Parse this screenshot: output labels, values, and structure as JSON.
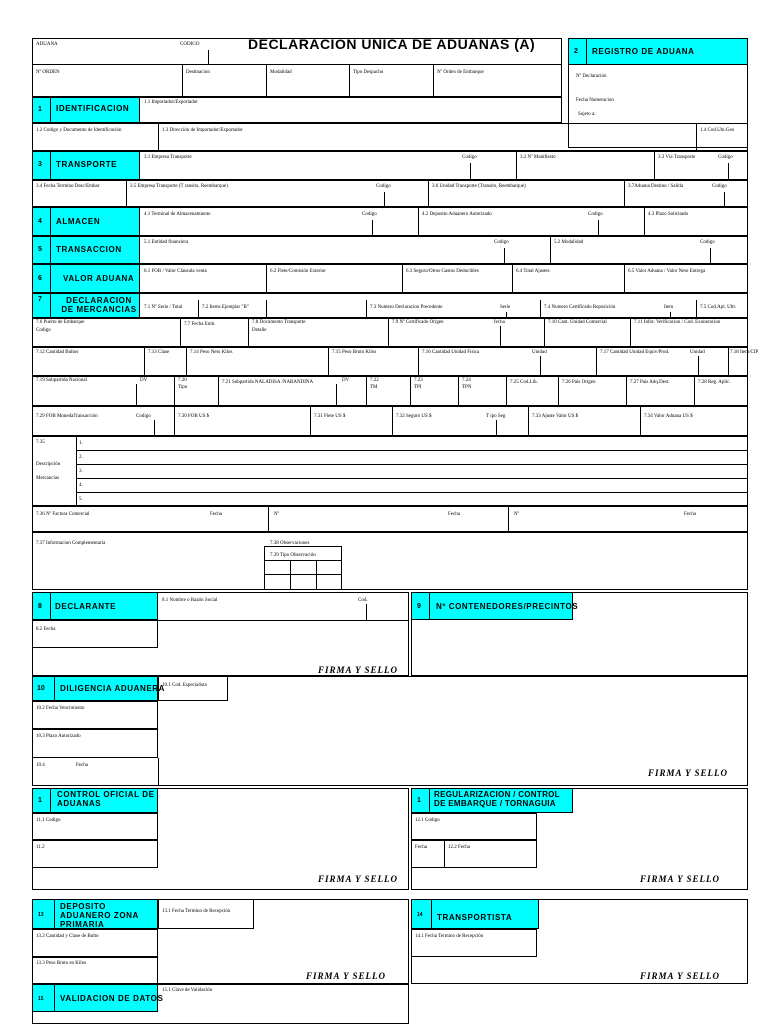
{
  "title": "DECLARACION UNICA DE ADUANAS  (A)",
  "header": {
    "aduana": "ADUANA",
    "codigo": "CODIGO",
    "orden": "Nº ORDEN",
    "destinacion": "Destinacion",
    "modalidad": "Modalidad",
    "tipo_despacho": "Tipo Despacho",
    "orden_embarque": "Nº Orden de Embarque"
  },
  "registro": {
    "num": "2",
    "title": "REGISTRO DE ADUANA",
    "declaracion": "Nº Declaración",
    "fecha_numeracion": "Fecha Numeracion",
    "sujeto": "Sujeto a:"
  },
  "s1": {
    "num": "1",
    "title": "IDENTIFICACION",
    "f1_1": "1.1 Importador/Exportador",
    "f1_2": "1.2 Codigo y Documento de Identificación",
    "f1_3": "1.3 Dirección de Importador/Exportador",
    "f1_4": "1.4 Cod.Ubi.Geo"
  },
  "s3": {
    "num": "3",
    "title": "TRANSPORTE",
    "f3_1": "3.1 Empresa Transporte",
    "codigo": "Codigo",
    "f3_2": "3.2 Nº Manifiesto",
    "f3_3": "3.3 Vía Transporte",
    "codigo2": "Codigo",
    "f3_4": "3.4 Fecha Termino Desc/Embar",
    "f3_5": "3.5 Empresa Transporte (T ransito, Reembarque)",
    "codigo3": "Codigo",
    "f3_6": "3.6 Unidad Transporte (Transito, Reembarque)",
    "f3_7": "3.7Aduana Destino / Salida",
    "codigo4": "Codigo"
  },
  "s4": {
    "num": "4",
    "title": "ALMACEN",
    "f4_1": "4.1 Terminal de Almacenamiento",
    "codigo": "Codigo",
    "f4_2": "4.2 Deposito Aduanero Autorizado",
    "codigo2": "Codigo",
    "f4_3": "4.3 Plazo Solicitado"
  },
  "s5": {
    "num": "5",
    "title": "TRANSACCION",
    "f5_1": "5.1 Entidad financiera",
    "codigo": "Codigo",
    "f5_2": "5.2 Modalidad",
    "codigo2": "Codigo"
  },
  "s6": {
    "num": "6",
    "title": "VALOR ADUANA",
    "f6_1": "6.1 FOB / Valor Clausula venta",
    "f6_2": "6.2 Flete/Comisión Exterior",
    "f6_3": "6.3 Seguro/Otros Gastos Deducibles",
    "f6_4": "6.4 Total Ajustes",
    "f6_5": "6.5 Valor Aduana / Valor Neto Entrega"
  },
  "s7": {
    "num": "7",
    "title": "DECLARACION DE MERCANCIAS",
    "f7_1": "7.1 Nº Serie / Total",
    "f7_2": "7.2 Items Ejemplar \"B\"",
    "f7_3": "7.3 Numero Declaracion Precedente",
    "serie": "Serie",
    "f7_4": "7.4 Numero Certificado Reposición",
    "item": "Item",
    "f7_5": "7.5 Cod.Apl. Ultr.",
    "f7_6a": "7.6 Puerto de Embarque",
    "f7_6b": "Codigo",
    "f7_7": "7.7 Fecha Emb.",
    "f7_8a": "7.8 Documento Transporte",
    "f7_8b": "Detalle",
    "f7_9": "7.9 Nº Certificado Origen",
    "fecha": "fecha",
    "f7_10": "7.10 Cant. Unidad Comercial",
    "f7_11": "7.11 Infor. Verificacion / Cod. Exoneracion",
    "f7_12": "7.12 Cantidad Bultos",
    "f7_13": "7.13 Clase",
    "f7_14": "7.14 Peso Neto Kilos",
    "f7_15": "7.15 Peso Bruto Kilos",
    "f7_16": "7.16 Cantidad Unidad Fisica",
    "unidad": "Unidad",
    "f7_17": "7.17 Cantidad Unidad Equiv/Prod.",
    "unidad2": "Unidad",
    "f7_18": "7.18 Item/CIP",
    "f7_19": "7.19 Subpartida Nacional",
    "dv": "DV",
    "f7_20a": "7.20",
    "f7_20b": "Tipo",
    "f7_21": "7.21  Subpartida NALADISA /NABANDINA",
    "dv2": "DV",
    "f7_22a": "7.22",
    "f7_22b": "TM",
    "f7_23a": "7.23",
    "f7_23b": "TPI",
    "f7_24a": "7.24",
    "f7_24b": "TPN",
    "f7_25": "7.25 Cod.Lib.",
    "f7_26": "7.26 Pais Origen",
    "f7_27": "7.27 Pais Adq.Dest.",
    "f7_28": "7.28 Reg. Aplic.",
    "f7_29": "7.29 FOB MonedaTransacción",
    "codigo": "Codigo",
    "f7_30": "7.30 FOB US $",
    "f7_31": "7.31 Flete US $",
    "f7_32": "7.32 Seguro US $",
    "tipo_seg": "T ipo Seg",
    "f7_33": "7.33 Ajuste Valor US $",
    "f7_34": "7.34 Valor Aduana US $",
    "f7_35": "7.35",
    "desc1": "Descripción",
    "desc2": "Mercancías",
    "l1": "1.",
    "l2": "2.",
    "l3": "3.",
    "l4": "4.",
    "l5": "5.",
    "f7_36": "7.36 Nº Factura Comercial",
    "fecha2": "Fecha",
    "no1": "Nº",
    "fecha3": "Fecha",
    "no2": "Nº",
    "fecha4": "Fecha",
    "f7_37": "7.37 Informacion Complementaria",
    "f7_38": "7.38 Observaciones",
    "f7_39": "7.39 Tipo Observación"
  },
  "s8": {
    "num": "8",
    "title": "DECLARANTE",
    "f8_1": "8.1 Nombre o Razón Social",
    "cod": "Cod.",
    "f8_2": "8.2 Fecha",
    "firma": "FIRMA Y SELLO"
  },
  "s9": {
    "num": "9",
    "title": "Nº CONTENEDORES/PRECINTOS"
  },
  "s10": {
    "num": "10",
    "title": "DILIGENCIA ADUANERA",
    "f10_1": "10.1 Cod. Especialista",
    "f10_2": "10.2 Fecha Vencimiento",
    "f10_3": "10.3 Plazo Autorizado",
    "f10_4": "10.4",
    "fecha": "Fecha",
    "firma": "FIRMA Y SELLO"
  },
  "s11": {
    "num": "1",
    "title": "CONTROL OFICIAL DE ADUANAS",
    "f11_1": "11.1 Codigo",
    "f11_2": "11.2",
    "firma": "FIRMA Y SELLO"
  },
  "s12": {
    "num": "1",
    "title": "REGULARIZACION / CONTROL DE EMBARQUE / TORNAGUIA",
    "f12_1": "12.1 Codigo",
    "fecha": "Fecha",
    "f12_2": "12.2 Fecha",
    "firma": "FIRMA Y SELLO"
  },
  "s13": {
    "num": "13",
    "title": "DEPOSITO ADUANERO ZONA PRIMARIA",
    "f13_1": "13.1 Fecha Termino de Recepción",
    "f13_2": "13.2 Cantidad y Clase de Bulto",
    "f13_3": "13.3 Peso Bruto en Kilos",
    "firma": "FIRMA Y SELLO"
  },
  "s14": {
    "num": "14",
    "title": "TRANSPORTISTA",
    "f14_1": "14.1 Fecha Termino de Recepción",
    "firma": "FIRMA Y SELLO"
  },
  "s15": {
    "num": "15",
    "title": "VALIDACION DE DATOS",
    "f15_1": "15.1 Clave de Validación"
  }
}
